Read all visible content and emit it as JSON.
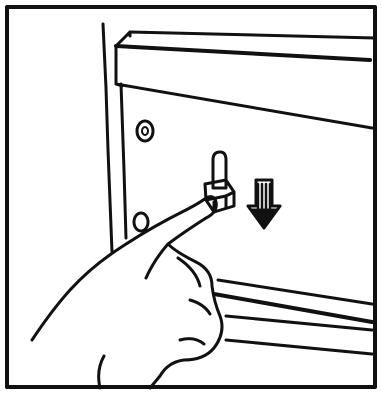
{
  "illustration": {
    "line_color": "#111111",
    "background_color": "#ffffff",
    "parts": {
      "frame": "outer-border",
      "cabinet_wall": "left-side-wall",
      "top_rail": "cabinet-top-rail",
      "mounting_holes": 2,
      "shelf_peg": "shelf-support-peg",
      "arrow": "down-arrow-icon",
      "hand": "pointing-hand",
      "lower_rails": 3
    }
  }
}
